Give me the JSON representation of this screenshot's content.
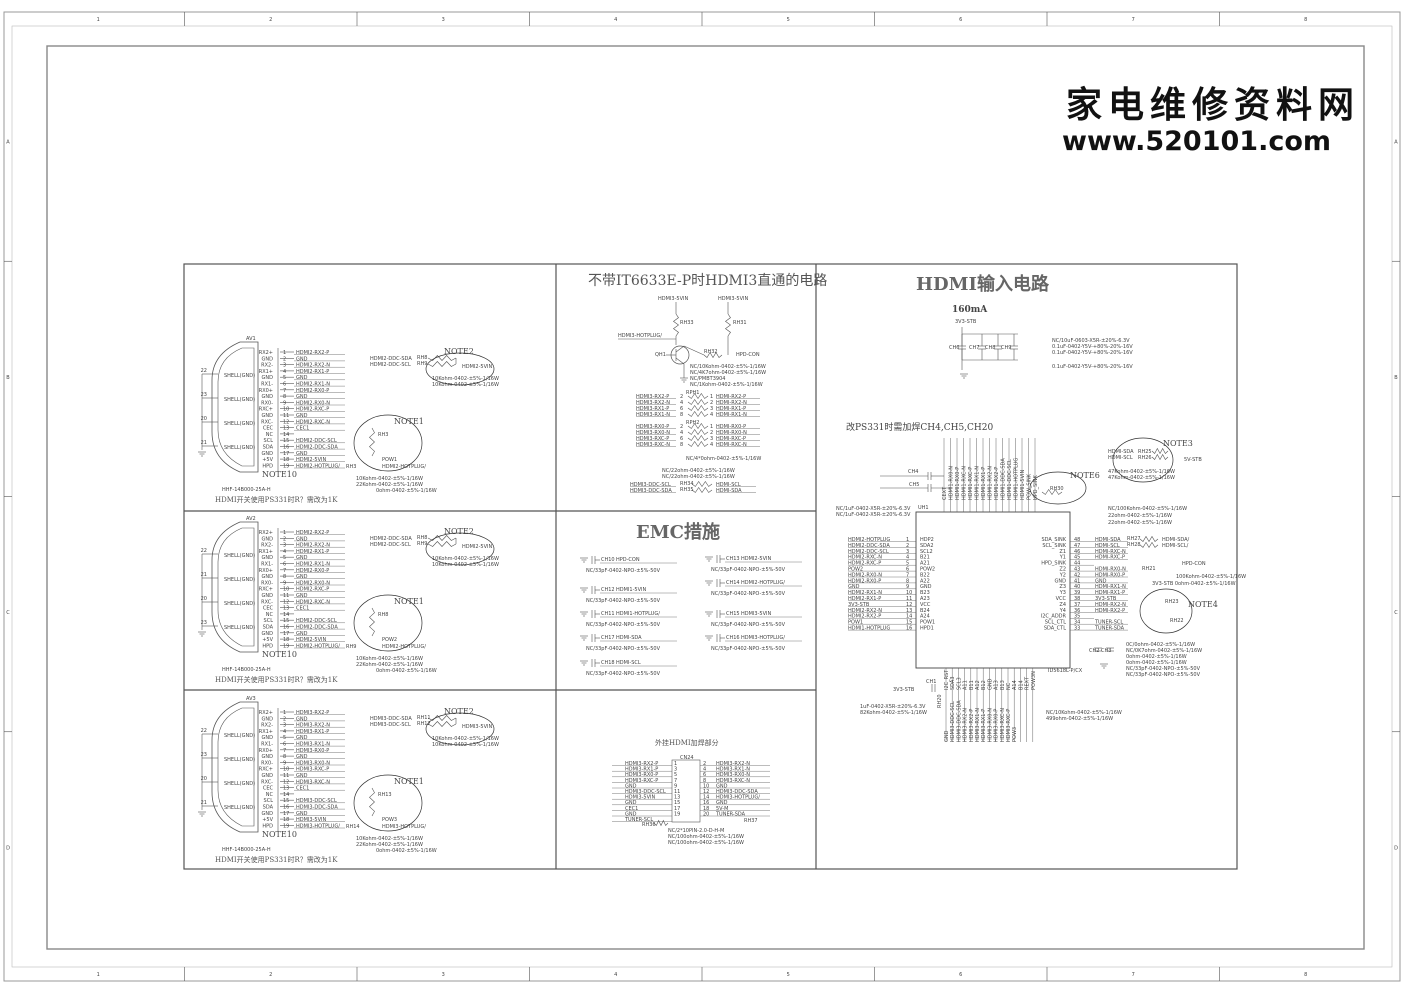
{
  "border": {
    "cols": [
      "1",
      "2",
      "3",
      "4",
      "5",
      "6",
      "7",
      "8"
    ],
    "rows": [
      "A",
      "B",
      "C",
      "D"
    ]
  },
  "watermark": {
    "line1": "家电维修资料网",
    "line2": "www.520101.com"
  },
  "hdmi_sections": [
    {
      "ref": "AV1",
      "part": "HHF-14B000-25A-H",
      "pins": [
        "RX2+",
        "GND",
        "RX2-",
        "RX1+",
        "GND",
        "RX1-",
        "RX0+",
        "GND",
        "RX0-",
        "RXC+",
        "GND",
        "RXC-",
        "CEC",
        "NC",
        "SCL",
        "SDA",
        "GND",
        "+5V",
        "HPD"
      ],
      "nets": [
        "HDMI2-RX2-P",
        "GND",
        "HDMI2-RX2-N",
        "HDMI2-RX1-P",
        "GND",
        "HDMI2-RX1-N",
        "HDMI2-RX0-P",
        "GND",
        "HDMI2-RX0-N",
        "HDMI2-RXC-P",
        "GND",
        "HDMI2-RXC-N",
        "CEC1",
        "",
        "HDMI2-DDC-SCL",
        "HDMI2-DDC-SDA",
        "GND",
        "HDMI2-5VIN",
        "HDMI2-HOTPLUG/"
      ],
      "shell": [
        "SHELL(GND)",
        "SHELL(GND)",
        "SHELL(GND)",
        "SHELL(GND)"
      ],
      "shell_nums": [
        "22",
        "23",
        "20",
        "21"
      ],
      "ddc": [
        "HDMI2-DDC-SDA",
        "HDMI2-DDC-SCL"
      ],
      "ddc_res": [
        "RH8",
        "RH9"
      ],
      "vin": "HDMI2-5VIN",
      "res_vals": [
        "10Kohm-0402-±5%-1/16W",
        "10Kohm-0402-±5%-1/16W"
      ],
      "note_a": "NOTE2",
      "note_b": "NOTE1",
      "note_c": "NOTE10",
      "rh_mid": "RH3",
      "pow": "POW1",
      "rh_bot": "RH3",
      "hotplug": "HDMI2-HOTPLUG/",
      "bot_vals": [
        "10Kohm-0402-±5%-1/16W",
        "22Kohm-0402-±5%-1/16W",
        "0ohm-0402-±5%-1/16W"
      ],
      "caption": "HDMI开关使用PS331时R？需改为1K"
    },
    {
      "ref": "AV2",
      "part": "HHF-14B000-25A-H",
      "pins": [
        "RX2+",
        "GND",
        "RX2-",
        "RX1+",
        "GND",
        "RX1-",
        "RX0+",
        "GND",
        "RX0-",
        "RXC+",
        "GND",
        "RXC-",
        "CEC",
        "NC",
        "SCL",
        "SDA",
        "GND",
        "+5V",
        "HPD"
      ],
      "nets": [
        "HDMI2-RX2-P",
        "GND",
        "HDMI2-RX2-N",
        "HDMI2-RX1-P",
        "GND",
        "HDMI2-RX1-N",
        "HDMI2-RX0-P",
        "GND",
        "HDMI2-RX0-N",
        "HDMI2-RXC-P",
        "GND",
        "HDMI2-RXC-N",
        "CEC1",
        "",
        "HDMI2-DDC-SCL",
        "HDMI2-DDC-SDA",
        "GND",
        "HDMI2-5VIN",
        "HDMI2-HOTPLUG/"
      ],
      "shell": [
        "SHELL(GND)",
        "SHELL(GND)",
        "SHELL(GND)",
        "SHELL(GND)"
      ],
      "shell_nums": [
        "22",
        "21",
        "20",
        "23"
      ],
      "ddc": [
        "HDMI2-DDC-SDA",
        "HDMI2-DDC-SCL"
      ],
      "ddc_res": [
        "RH8",
        "RH9"
      ],
      "vin": "HDMI2-5VIN",
      "res_vals": [
        "10Kohm-0402-±5%-1/16W",
        "10Kohm-0402-±5%-1/16W"
      ],
      "note_a": "NOTE2",
      "note_b": "NOTE1",
      "note_c": "NOTE10",
      "rh_mid": "RH8",
      "pow": "POW2",
      "rh_bot": "RH9",
      "hotplug": "HDMI2-HOTPLUG/",
      "bot_vals": [
        "10Kohm-0402-±5%-1/16W",
        "22Kohm-0402-±5%-1/16W",
        "0ohm-0402-±5%-1/16W"
      ],
      "caption": "HDMI开关使用PS331时R？需改为1K"
    },
    {
      "ref": "AV3",
      "part": "HHF-14B000-25A-H",
      "pins": [
        "RX2+",
        "GND",
        "RX2-",
        "RX1+",
        "GND",
        "RX1-",
        "RX0+",
        "GND",
        "RX0-",
        "RXC+",
        "GND",
        "RXC-",
        "CEC",
        "NC",
        "SCL",
        "SDA",
        "GND",
        "+5V",
        "HPD"
      ],
      "nets": [
        "HDMI3-RX2-P",
        "GND",
        "HDMI3-RX2-N",
        "HDMI3-RX1-P",
        "GND",
        "HDMI3-RX1-N",
        "HDMI3-RX0-P",
        "GND",
        "HDMI3-RX0-N",
        "HDMI3-RXC-P",
        "GND",
        "HDMI3-RXC-N",
        "CEC1",
        "",
        "HDMI3-DDC-SCL",
        "HDMI3-DDC-SDA",
        "GND",
        "HDMI3-5VIN",
        "HDMI3-HOTPLUG/"
      ],
      "shell": [
        "SHELL(GND)",
        "SHELL(GND)",
        "SHELL(GND)",
        "SHELL(GND)"
      ],
      "shell_nums": [
        "22",
        "23",
        "20",
        "21"
      ],
      "ddc": [
        "HDMI3-DDC-SDA",
        "HDMI3-DDC-SCL"
      ],
      "ddc_res": [
        "RH11",
        "RH12"
      ],
      "vin": "HDMI3-5VIN",
      "res_vals": [
        "10Kohm-0402-±5%-1/16W",
        "10Kohm-0402-±5%-1/16W"
      ],
      "note_a": "NOTE2",
      "note_b": "NOTE1",
      "note_c": "NOTE10",
      "rh_mid": "RH13",
      "pow": "POW3",
      "rh_bot": "RH14",
      "hotplug": "HDMI3-HOTPLUG/",
      "bot_vals": [
        "10Kohm-0402-±5%-1/16W",
        "22Kohm-0402-±5%-1/16W",
        "0ohm-0402-±5%-1/16W"
      ],
      "caption": "HDMI开关使用PS331时R？需改为1K"
    }
  ],
  "it6633": {
    "title": "不带IT6633E-P时HDMI3直通的电路",
    "vin_labels": [
      "HDMI3-5VIN",
      "HDMI3-5VIN"
    ],
    "rh_labels": [
      "RH33",
      "RH31"
    ],
    "hotplug": "HDMI3-HOTPLUG/",
    "q": "QH1",
    "rh32": "RH32",
    "hpd": "HPD-CON",
    "q_vals": [
      "NC/10Kohm-0402-±5%-1/16W",
      "NC/4K7ohm-0402-±5%-1/16W",
      "NC/PMBT3904",
      "NC/1Kohm-0402-±5%-1/16W"
    ],
    "rp1": "RPH1",
    "rp2": "RPH2",
    "left_nets": [
      "HDMI3-RX2-P",
      "HDMI3-RX2-N",
      "HDMI3-RX1-P",
      "HDMI3-RX1-N",
      "HDMI3-RX0-P",
      "HDMI3-RX0-N",
      "HDMI3-RXC-P",
      "HDMI3-RXC-N"
    ],
    "right_nets": [
      "HDMI-RX2-P",
      "HDMI-RX2-N",
      "HDMI-RX1-P",
      "HDMI-RX1-N",
      "HDMI-RX0-P",
      "HDMI-RX0-N",
      "HDMI-RXC-P",
      "HDMI-RXC-N"
    ],
    "rp_val": "NC/4*0ohm-0402-±5%-1/16W",
    "ddc_left": [
      "HDMI3-DDC-SCL",
      "HDMI3-DDC-SDA"
    ],
    "ddc_right": [
      "HDMI-SCL",
      "HDMI-SDA"
    ],
    "ddc_res": [
      "RH34",
      "RH35"
    ],
    "ddc_vals": [
      "NC/22ohm-0402-±5%-1/16W",
      "NC/22ohm-0402-±5%-1/16W"
    ]
  },
  "emc": {
    "title": "EMC措施",
    "caps": [
      {
        "ref": "CH10",
        "net": "HPD-CON",
        "val": "NC/33pF-0402-NPO-±5%-50V"
      },
      {
        "ref": "CH13",
        "net": "HDMI2-5VIN",
        "val": "NC/33pF-0402-NPO-±5%-50V"
      },
      {
        "ref": "CH12",
        "net": "HDMI1-5VIN",
        "val": "NC/33pF-0402-NPO-±5%-50V"
      },
      {
        "ref": "CH14",
        "net": "HDMI2-HOTPLUG/",
        "val": "NC/33pF-0402-NPO-±5%-50V"
      },
      {
        "ref": "CH11",
        "net": "HDMI1-HOTPLUG/",
        "val": "NC/33pF-0402-NPO-±5%-50V"
      },
      {
        "ref": "CH15",
        "net": "HDMI3-5VIN",
        "val": "NC/33pF-0402-NPO-±5%-50V"
      },
      {
        "ref": "CH17",
        "net": "HDMI-SDA",
        "val": "NC/33pF-0402-NPO-±5%-50V"
      },
      {
        "ref": "CH16",
        "net": "HDMI3-HOTPLUG/",
        "val": "NC/33pF-0402-NPO-±5%-50V"
      },
      {
        "ref": "CH18",
        "net": "HDMI-SCL",
        "val": "NC/33pF-0402-NPO-±5%-50V"
      }
    ]
  },
  "ext": {
    "title": "外挂HDMI加焊部分",
    "ref": "CN24",
    "left": [
      "HDMI3-RX2-P",
      "HDMI3-RX1-P",
      "HDMI3-RX0-P",
      "HDMI3-RXC-P",
      "GND",
      "HDMI3-DDC-SCL",
      "HDMI3-5VIN",
      "GND",
      "CEC1",
      "GND",
      "TUNER-SCL"
    ],
    "left_nums": [
      "1",
      "3",
      "5",
      "7",
      "9",
      "11",
      "13",
      "15",
      "17",
      "19",
      ""
    ],
    "right": [
      "HDMI3-RX2-N",
      "HDMI3-RX1-N",
      "HDMI3-RX0-N",
      "HDMI3-RXC-N",
      "GND",
      "HDMI3-DDC-SDA",
      "HDMI3-HOTPLUG/",
      "GND",
      "5V-M",
      "TUNER-SDA"
    ],
    "right_nums": [
      "2",
      "4",
      "6",
      "8",
      "10",
      "12",
      "14",
      "16",
      "18",
      "20"
    ],
    "rh": [
      "RH36",
      "RH37"
    ],
    "vals": [
      "NC/2*10PIN-2.0-D-H-M",
      "NC/100ohm-0402-±5%-1/16W",
      "NC/100ohm-0402-±5%-1/16W"
    ]
  },
  "input": {
    "title": "HDMI输入电路",
    "current": "160mA",
    "vstb": "3V3-STB",
    "caps": [
      "CH6",
      "CH7",
      "CH8",
      "CH9"
    ],
    "cap_vals": [
      "NC/10uF-0603-X5R-±20%-6.3V",
      "0.1uF-0402-Y5V-+80%-20%-16V",
      "0.1uF-0402-Y5V-+80%-20%-16V",
      "0.1uF-0402-Y5V-+80%-20%-16V"
    ],
    "ps331": "改PS331时需加焊CH4,CH5,CH20",
    "ch4": "CH4",
    "ch5": "CH5",
    "rh30": "RH30",
    "uh1": "UH1",
    "chip": "ID5618L-P/CX",
    "cvals": [
      "NC/1uF-0402-X5R-±20%-6.3V",
      "NC/1uF-0402-X5R-±20%-6.3V"
    ],
    "top_pins": [
      "CEXT",
      "HDMI1-RX0-N",
      "HDMI1-RX0-P",
      "HDMI1-RXC-N",
      "HDMI1-RXC-P",
      "HDMI1-RX1-N",
      "HDMI1-RX1-P",
      "HDMI1-RX2-N",
      "HDMI1-RX2-P",
      "HDMI1-DDC-SDA",
      "HDMI1-DDC-SCL",
      "HDMI1-HOTPLUG",
      "HDMI1-5VIN",
      "POW_SINK",
      "HPD_SINK"
    ],
    "left_nets": [
      "HDMI2-HOTPLUG",
      "HDMI2-DDC-SDA",
      "HDMI2-DDC-SCL",
      "HDMI2-RXC-N",
      "HDMI2-RXC-P",
      "POW2",
      "HDMI2-RX0-N",
      "HDMI2-RX0-P",
      "GND",
      "HDMI2-RX1-N",
      "HDMI2-RX1-P",
      "3V3-STB",
      "HDMI2-RX2-N",
      "HDMI2-RX2-P",
      "POW1",
      "HDMI1-HOTPLUG"
    ],
    "left_pins": [
      "HDP2",
      "SDA2",
      "SCL2",
      "B21",
      "A21",
      "POW2",
      "B22",
      "A22",
      "GND",
      "B23",
      "A23",
      "VCC",
      "B24",
      "A24",
      "POW1",
      "HPD1"
    ],
    "left_nums": [
      "1",
      "2",
      "3",
      "4",
      "5",
      "6",
      "7",
      "8",
      "9",
      "10",
      "11",
      "12",
      "13",
      "14",
      "15",
      "16"
    ],
    "right_pins": [
      "SDA_SINK",
      "SCL_SINK",
      "Z1",
      "Y1",
      "HPD_SINK",
      "Z2",
      "Y2",
      "GND",
      "Z3",
      "Y3",
      "VCC",
      "Z4",
      "Y4",
      "I2C_ADDR",
      "SCL_CTL",
      "SDA_CTL"
    ],
    "right_nums": [
      "48",
      "47",
      "46",
      "45",
      "44",
      "43",
      "42",
      "41",
      "40",
      "39",
      "38",
      "37",
      "36",
      "35",
      "34",
      "33"
    ],
    "right_nets": [
      "HDMI-SDA",
      "HDMI-SCL",
      "HDMI-RXC-N",
      "HDMI-RXC-P",
      "",
      "HDMI-RX0-N",
      "HDMI-RX0-P",
      "GND",
      "HDMI-RX1-N",
      "HDMI-RX1-P",
      "3V3-STB",
      "HDMI-RX2-N",
      "HDMI-RX2-P",
      "",
      "TUNER-SCL",
      "TUNER-SDA"
    ],
    "right_res": [
      "RH27",
      "RH28"
    ],
    "right_out": [
      "HDMI-SDA/",
      "HDMI-SCL/"
    ],
    "hpd_con": "HPD-CON",
    "right_vals": [
      "100Kohm-0402-±5%-1/16W",
      "3V3-STB 0ohm-0402-±5%-1/16W"
    ],
    "note3": "NOTE3",
    "note3_nets": [
      "HDMI-SDA",
      "HDMI-SCL"
    ],
    "note3_res": [
      "RH25",
      "RH26"
    ],
    "note3_out": "5V-STB",
    "note3_vals": [
      "47Kohm-0402-±5%-1/16W",
      "47Kohm-0402-±5%-1/16W"
    ],
    "note6": "NOTE6",
    "top_vals": [
      "NC/100Kohm-0402-±5%-1/16W",
      "22ohm-0402-±5%-1/16W",
      "22ohm-0402-±5%-1/16W"
    ],
    "note4": "NOTE4",
    "rh21": "RH21",
    "rh22": "RH22",
    "rh23": "RH23",
    "bot_right_vals": [
      "0C/0ohm-0402-±5%-1/16W",
      "NC/0K7ohm-0402-±5%-1/16W",
      "0ohm-0402-±5%-1/16W",
      "0ohm-0402-±5%-1/16W",
      "NC/33pF-0402-NPO-±5%-50V",
      "NC/33pF-0402-NPO-±5%-50V"
    ],
    "ch2": "CH2",
    "ch3": "CH3",
    "bottom_pins": [
      "I2C_RST",
      "SDA3",
      "SCL3",
      "A11",
      "B11",
      "A12",
      "B12",
      "GND",
      "A13",
      "B13",
      "NC",
      "A14",
      "B14",
      "REXT",
      "POW3N"
    ],
    "bottom_nets": [
      "GND",
      "HDMI3-DDC-SCL",
      "HDMI3-DDC-SDA",
      "HDMI3-RX2-N",
      "HDMI3-RX2-P",
      "HDMI3-RX1-N",
      "HDMI3-RX1-P",
      "HDMI3-RX0-N",
      "HDMI3-RX0-P",
      "HDMI3-RXC-N",
      "HDMI3-RXC-P",
      "POW3"
    ],
    "ch1": "CH1",
    "rh20": "RH20",
    "bot_vals": [
      "1uF-0402-X5R-±20%-6.3V",
      "82Kohm-0402-±5%-1/16W"
    ],
    "rext_vals": [
      "NC/10Kohm-0402-±5%-1/16W",
      "499ohm-0402-±5%-1/16W"
    ]
  }
}
